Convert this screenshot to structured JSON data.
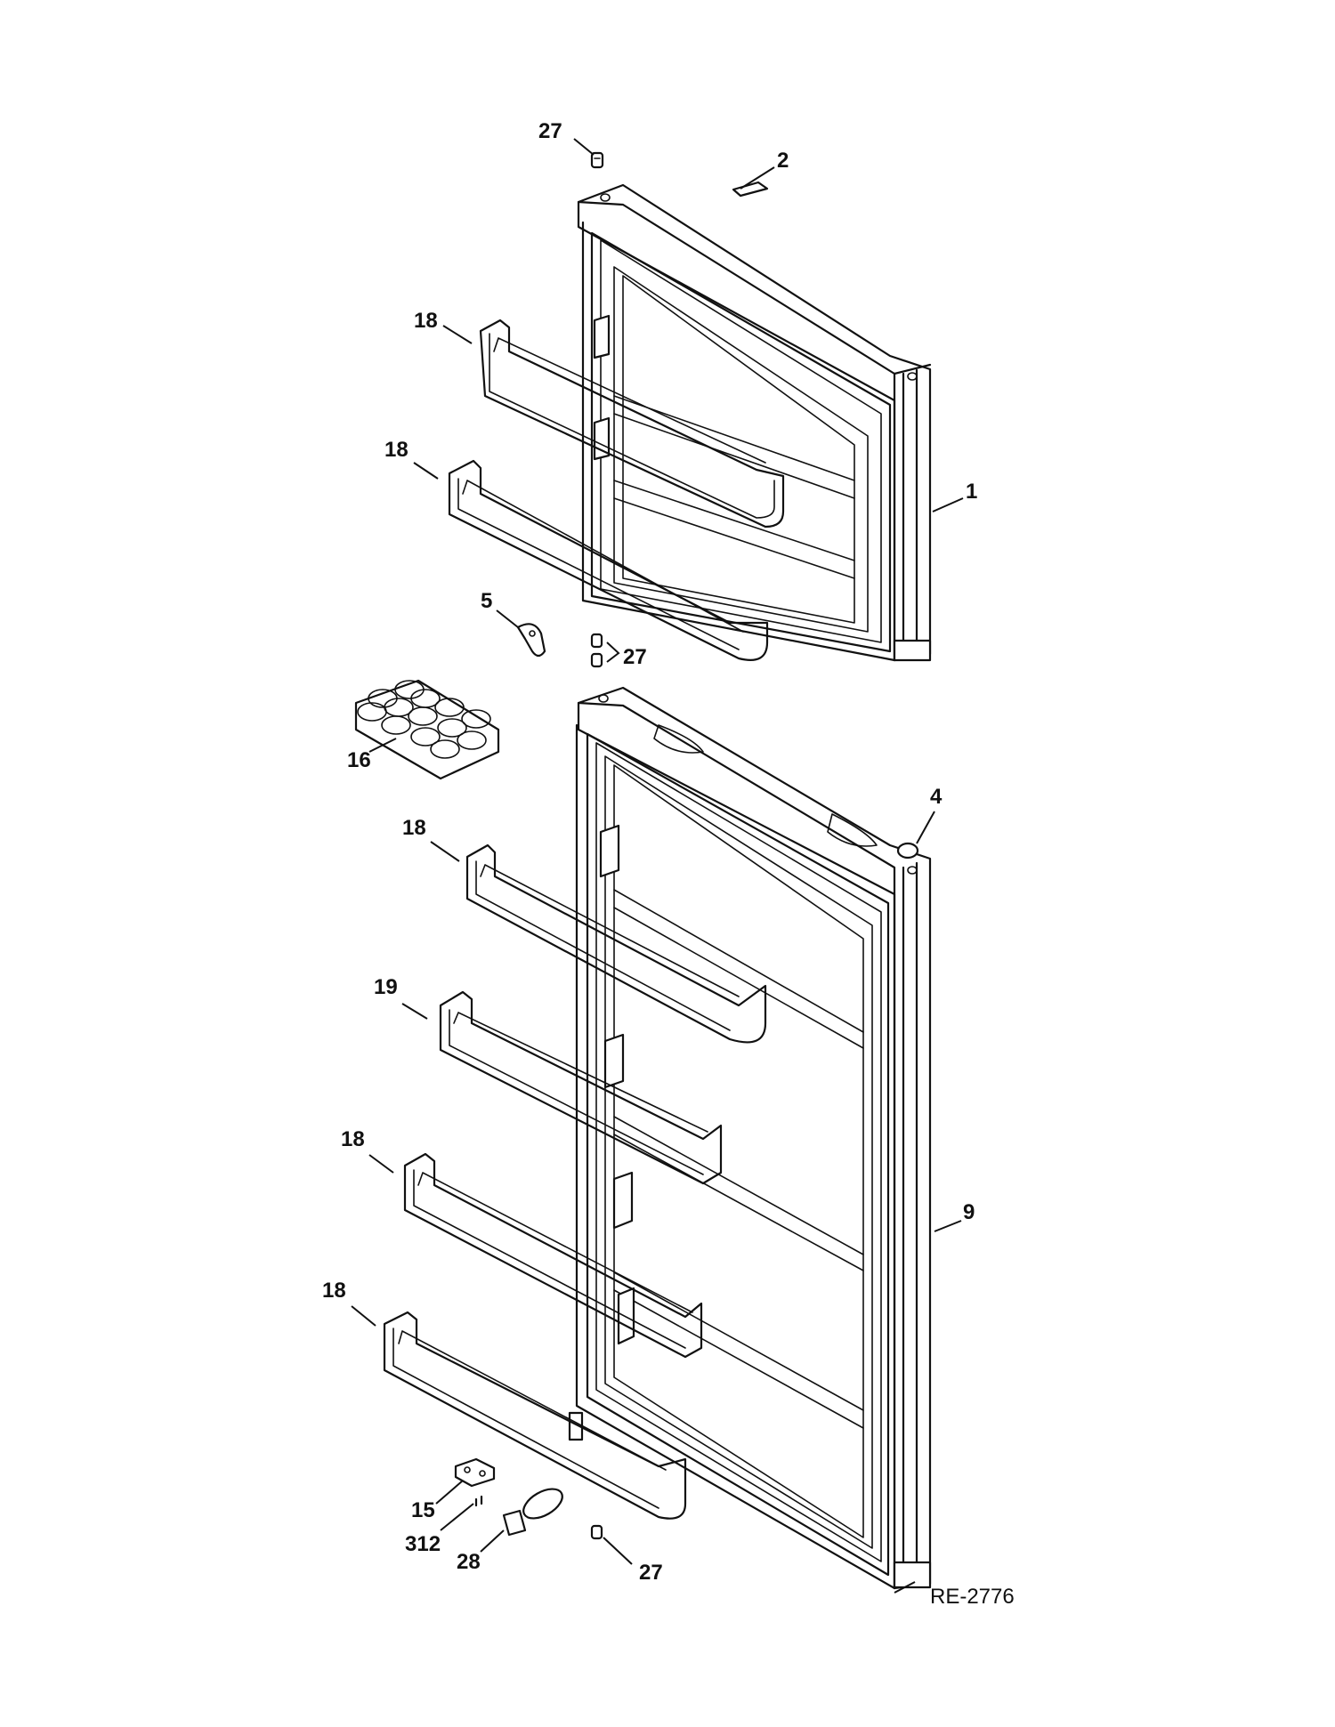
{
  "drawing_number": "RE-2776",
  "callouts": {
    "c27a": "27",
    "c2": "2",
    "c18a": "18",
    "c18b": "18",
    "c1": "1",
    "c5": "5",
    "c27b": "27",
    "c16": "16",
    "c4": "4",
    "c18c": "18",
    "c19": "19",
    "c18d": "18",
    "c9": "9",
    "c18e": "18",
    "c15": "15",
    "c312": "312",
    "c28": "28",
    "c27c": "27"
  }
}
